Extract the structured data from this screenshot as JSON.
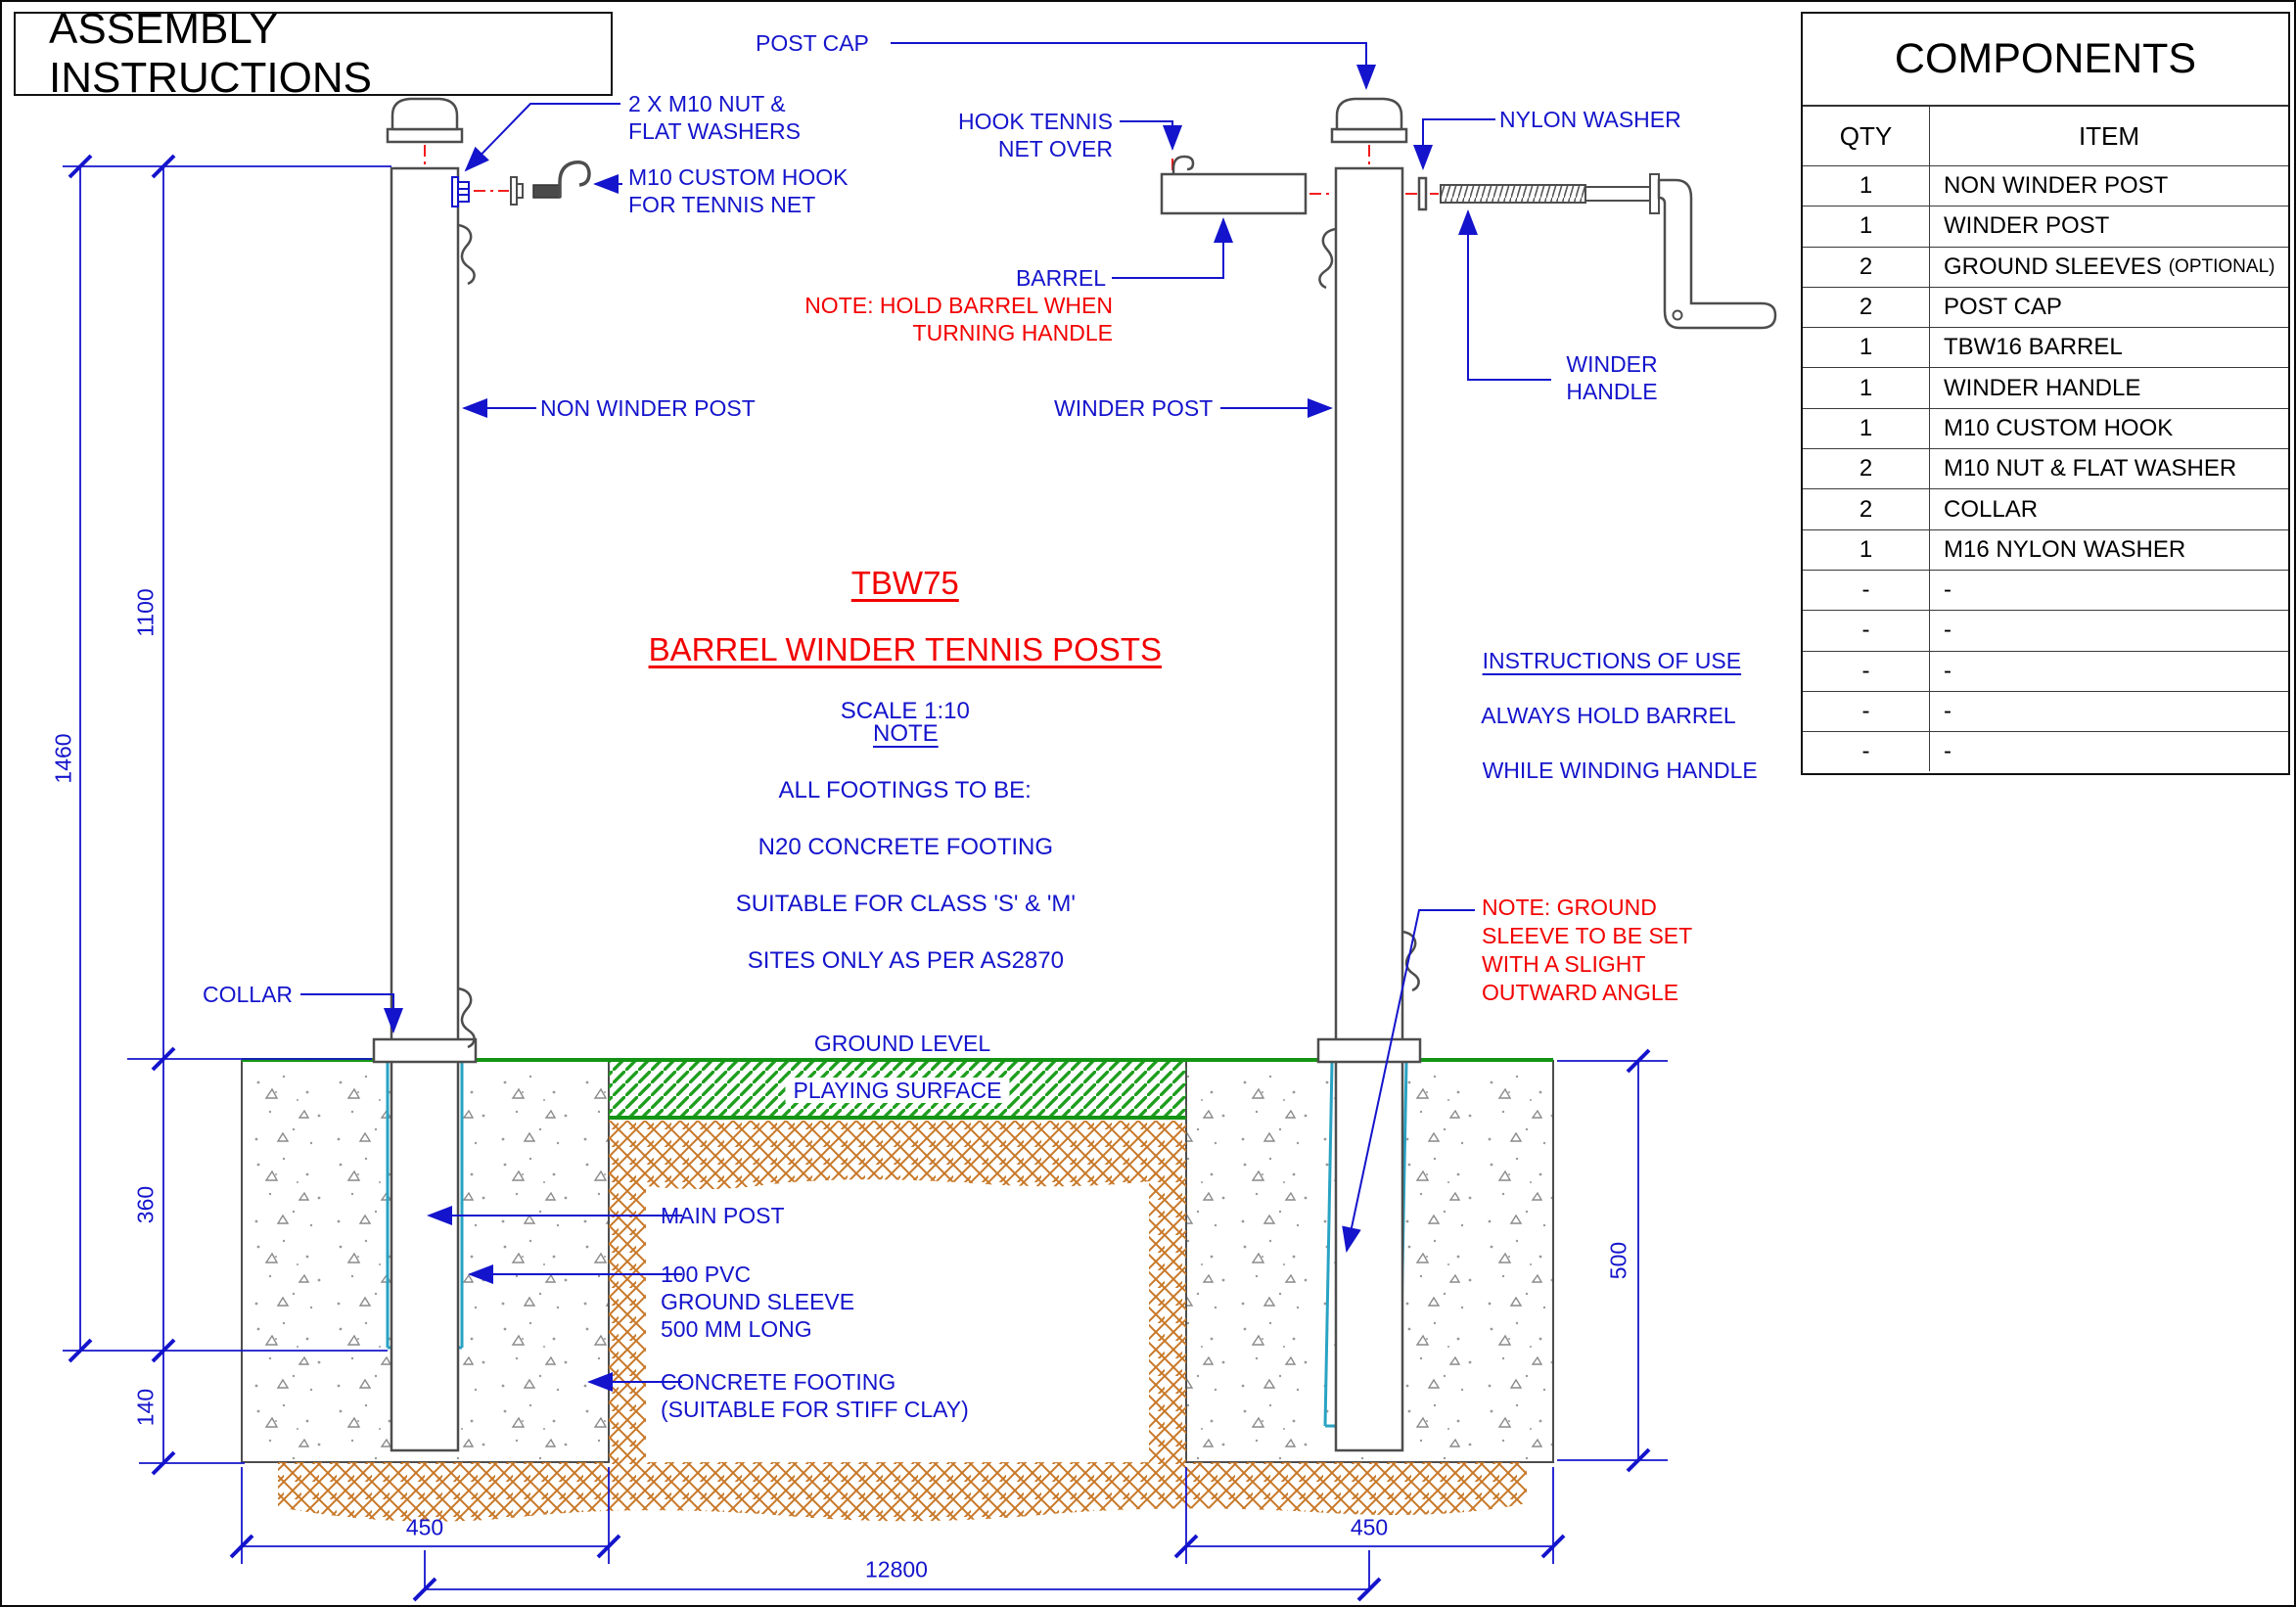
{
  "title": "ASSEMBLY INSTRUCTIONS",
  "components": {
    "title": "COMPONENTS",
    "headers": {
      "qty": "QTY",
      "item": "ITEM"
    },
    "rows": [
      {
        "qty": "1",
        "item": "NON WINDER POST",
        "note": ""
      },
      {
        "qty": "1",
        "item": "WINDER POST",
        "note": ""
      },
      {
        "qty": "2",
        "item": "GROUND SLEEVES",
        "note": "(OPTIONAL)"
      },
      {
        "qty": "2",
        "item": "POST CAP",
        "note": ""
      },
      {
        "qty": "1",
        "item": "TBW16 BARREL",
        "note": ""
      },
      {
        "qty": "1",
        "item": "WINDER HANDLE",
        "note": ""
      },
      {
        "qty": "1",
        "item": "M10 CUSTOM HOOK",
        "note": ""
      },
      {
        "qty": "2",
        "item": "M10 NUT & FLAT WASHER",
        "note": ""
      },
      {
        "qty": "2",
        "item": "COLLAR",
        "note": ""
      },
      {
        "qty": "1",
        "item": "M16 NYLON WASHER",
        "note": ""
      },
      {
        "qty": "-",
        "item": "-",
        "note": ""
      },
      {
        "qty": "-",
        "item": "-",
        "note": ""
      },
      {
        "qty": "-",
        "item": "-",
        "note": ""
      },
      {
        "qty": "-",
        "item": "-",
        "note": ""
      },
      {
        "qty": "-",
        "item": "-",
        "note": ""
      }
    ]
  },
  "drawing": {
    "product_code": "TBW75",
    "product_name": "BARREL WINDER TENNIS POSTS",
    "scale": "SCALE 1:10",
    "note_title": "NOTE",
    "note_lines": [
      "ALL FOOTINGS TO BE:",
      "N20 CONCRETE FOOTING",
      "SUITABLE FOR CLASS 'S' & 'M'",
      "SITES ONLY AS PER AS2870"
    ],
    "instructions_title": "INSTRUCTIONS OF USE",
    "instructions_lines": [
      "ALWAYS HOLD BARREL",
      "WHILE WINDING HANDLE"
    ]
  },
  "labels": {
    "nut_washers": [
      "2 X M10 NUT &",
      "FLAT WASHERS"
    ],
    "custom_hook": [
      "M10 CUSTOM HOOK",
      "FOR TENNIS NET"
    ],
    "hook_net": [
      "HOOK TENNIS",
      "NET OVER"
    ],
    "post_cap": "POST CAP",
    "nylon_washer": "NYLON WASHER",
    "barrel": "BARREL",
    "barrel_note": [
      "NOTE: HOLD BARREL WHEN",
      "TURNING HANDLE"
    ],
    "non_winder_post": "NON WINDER POST",
    "winder_post": "WINDER POST",
    "winder_handle": [
      "WINDER",
      "HANDLE"
    ],
    "collar": "COLLAR",
    "ground_level": "GROUND LEVEL",
    "playing_surface": "PLAYING SURFACE",
    "main_post": "MAIN POST",
    "ground_sleeve": [
      "100 PVC",
      "GROUND SLEEVE",
      "500 MM LONG"
    ],
    "concrete_footing": [
      "CONCRETE FOOTING",
      "(SUITABLE FOR STIFF CLAY)"
    ],
    "sleeve_note": [
      "NOTE: GROUND",
      "SLEEVE TO BE SET",
      "WITH A SLIGHT",
      "OUTWARD ANGLE"
    ]
  },
  "dimensions": {
    "overall_height": "1460",
    "above_ground": "1100",
    "sleeve_depth": "360",
    "below_sleeve": "140",
    "footing_depth": "500",
    "footing_width_left": "450",
    "footing_width_right": "450",
    "post_spacing": "12800"
  },
  "colors": {
    "label_blue": "#1414cc",
    "note_red": "#f20000",
    "ground_green": "#149414",
    "soil_orange": "#c87828",
    "sleeve_cyan": "#29a3c4",
    "outline_gray": "#4d4d4d"
  }
}
